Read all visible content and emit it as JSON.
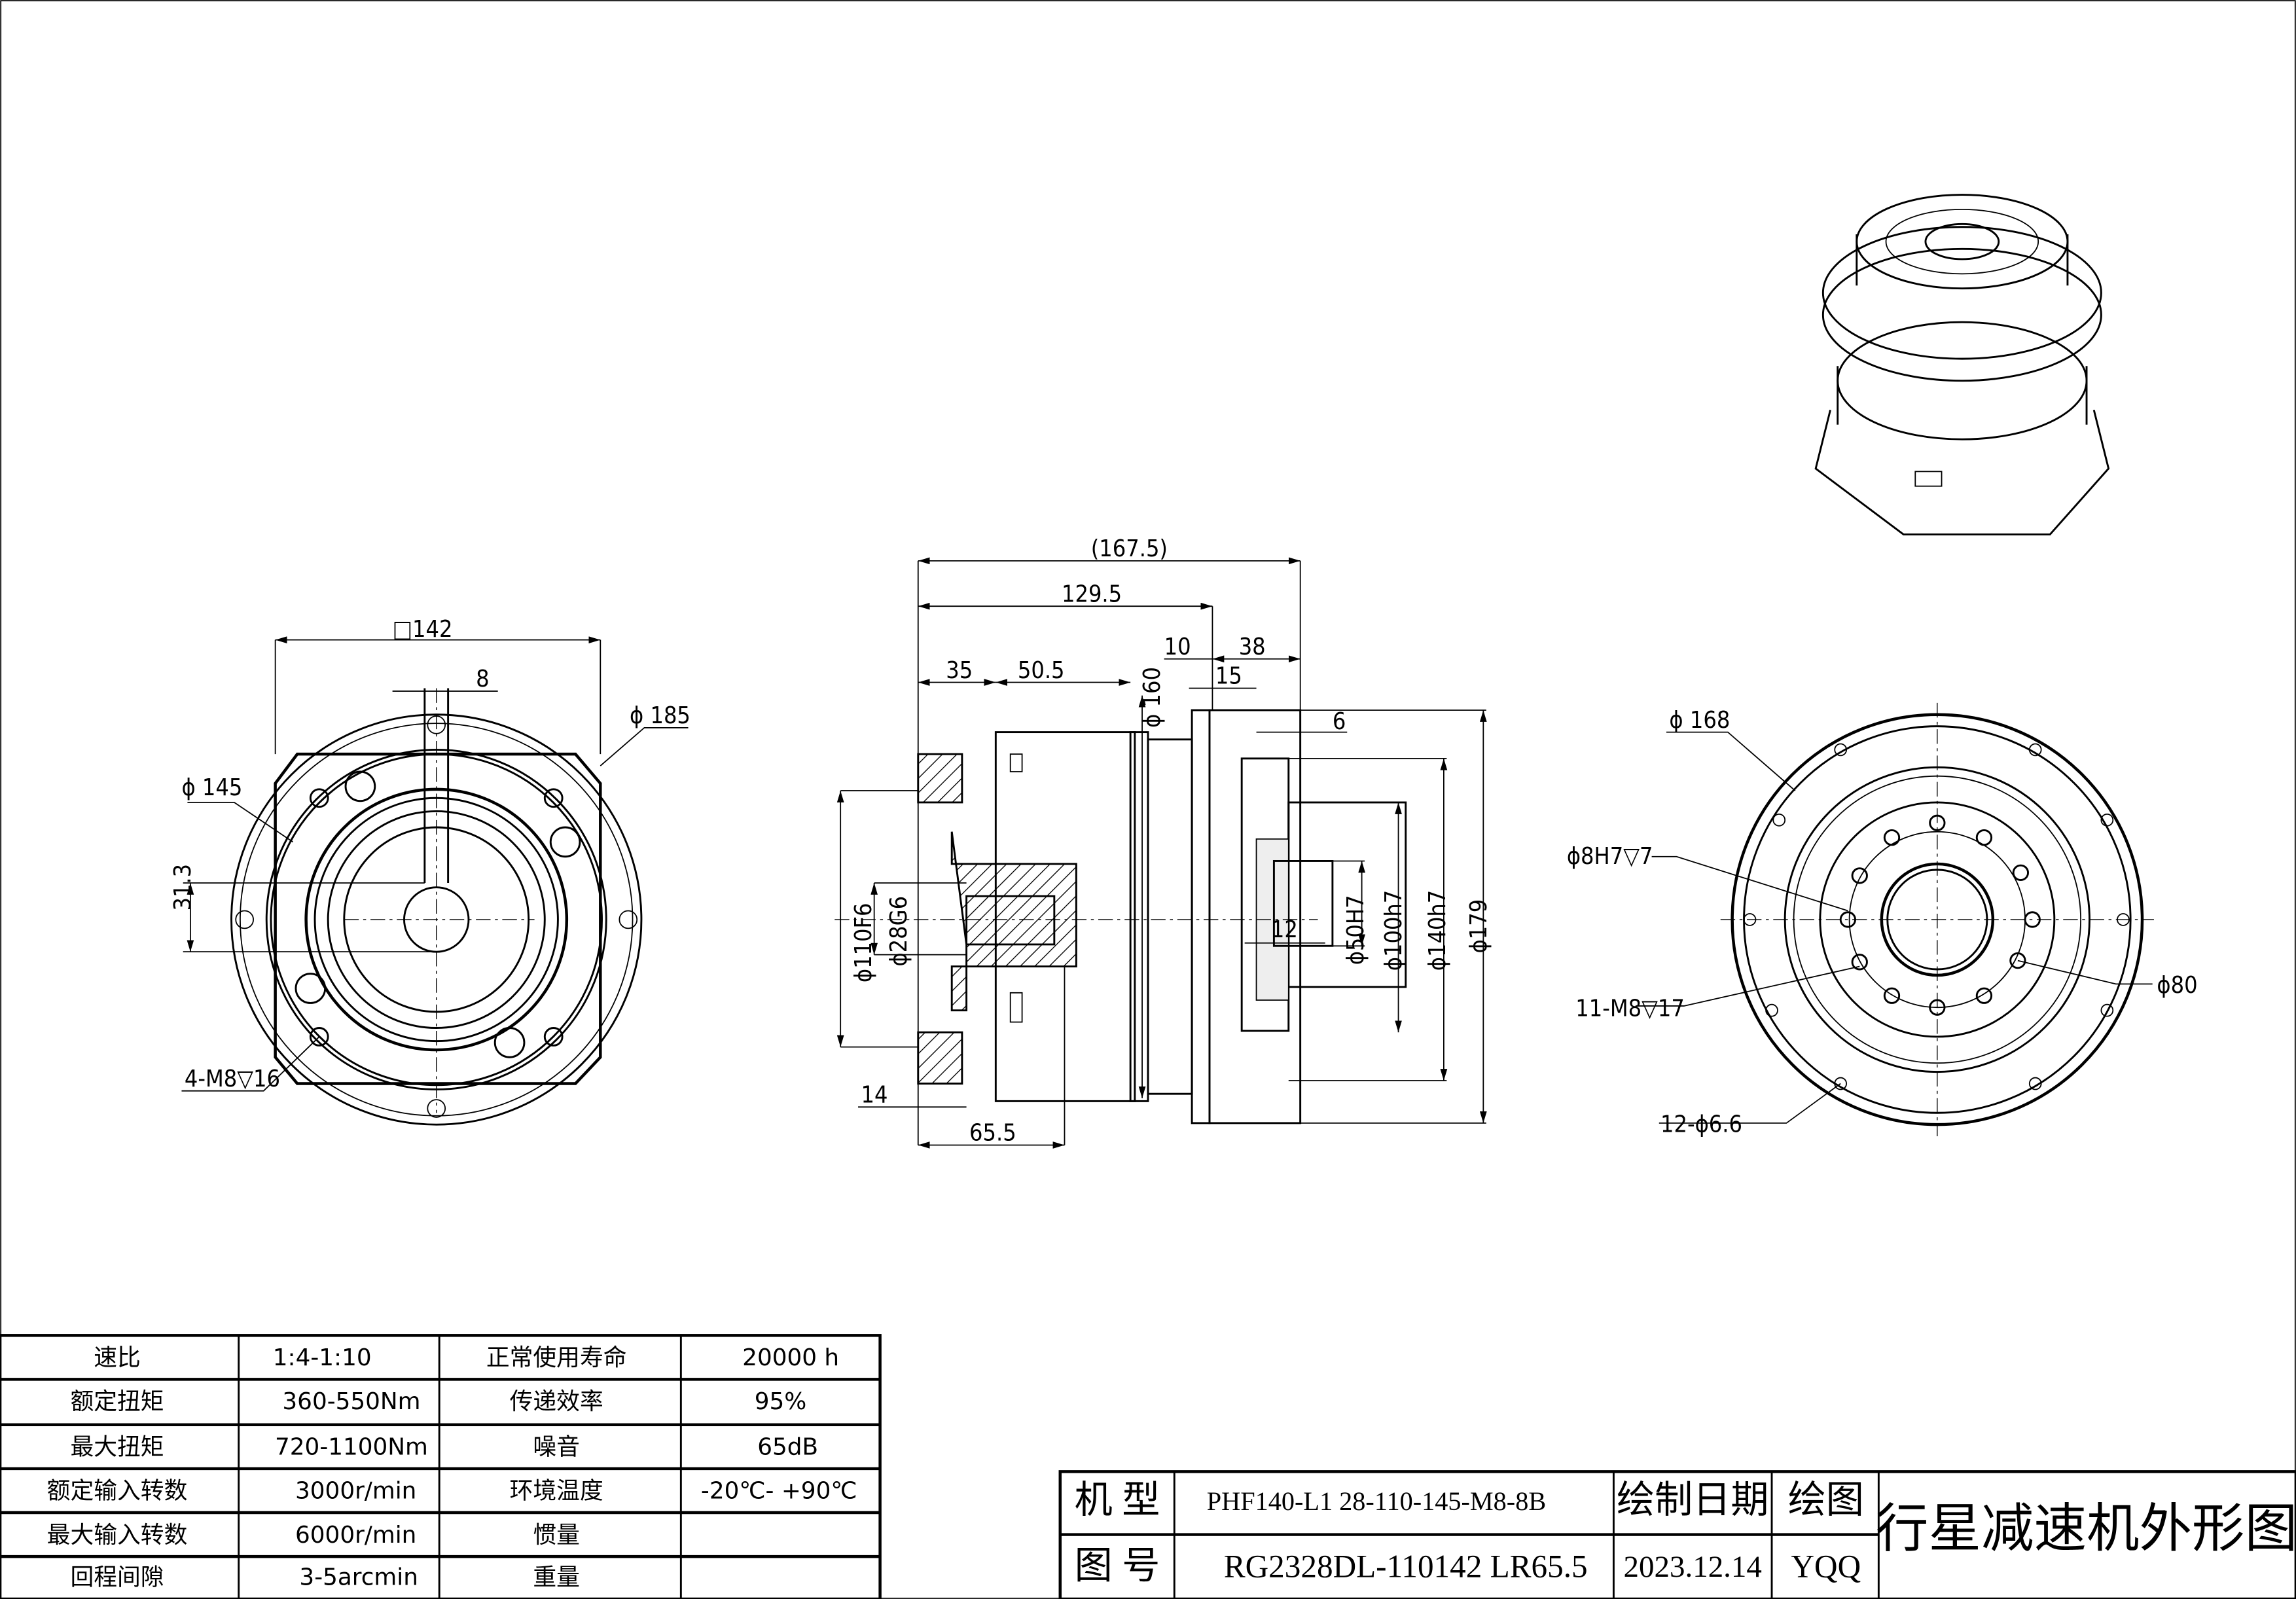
{
  "dimensions": {
    "left_view": {
      "square": "□142",
      "key_width": "8",
      "dia_185": "ϕ 185",
      "dia_145": "ϕ 145",
      "key_height": "31.3",
      "mount_holes": "4-M8▽16"
    },
    "side_view": {
      "overall": "(167.5)",
      "len_129_5": "129.5",
      "len_35": "35",
      "len_50_5": "50.5",
      "dia_160": "ϕ 160",
      "len_10": "10",
      "len_38": "38",
      "len_15": "15",
      "len_6": "6",
      "dia_input": "ϕ110F6",
      "dia_shaft": "ϕ28G6",
      "len_12": "12",
      "dia_50": "ϕ50H7",
      "dia_100": "ϕ100h7",
      "dia_140": "ϕ140h7",
      "dia_179": "ϕ179",
      "len_14": "14",
      "len_65_5": "65.5"
    },
    "right_view": {
      "dia_168": "ϕ 168",
      "pin_hole": "ϕ8H7▽7",
      "tapped": "11-M8▽17",
      "bore": "ϕ80",
      "holes": "12-ϕ6.6"
    }
  },
  "spec_table": [
    [
      "速比",
      "1:4-1:10",
      "正常使用寿命",
      "20000  h"
    ],
    [
      "额定扭矩",
      "360-550Nm",
      "传递效率",
      "95%"
    ],
    [
      "最大扭矩",
      "720-1100Nm",
      "噪音",
      "65dB"
    ],
    [
      "额定输入转数",
      "3000r/min",
      "环境温度",
      "-20℃- +90℃"
    ],
    [
      "最大输入转数",
      "6000r/min",
      "惯量",
      ""
    ],
    [
      "回程间隙",
      "3-5arcmin",
      "重量",
      ""
    ]
  ],
  "title_block": {
    "model_label": "机 型",
    "model_value": "PHF140-L1 28-110-145-M8-8B",
    "drawing_no_label": "图 号",
    "drawing_no_value": "RG2328DL-110142 LR65.5",
    "date_label": "绘制日期",
    "date_value": "2023.12.14",
    "drawer_label": "绘图",
    "drawer_value": "YQQ",
    "title": "行星减速机外形图"
  }
}
